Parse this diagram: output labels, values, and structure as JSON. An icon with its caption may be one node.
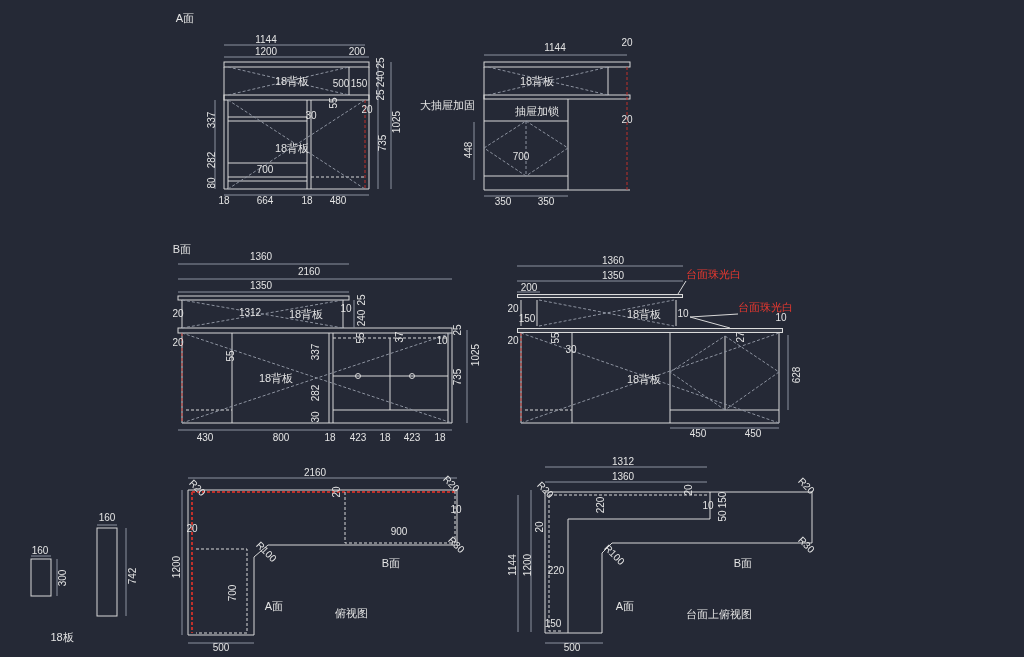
{
  "diagram": {
    "nodes": [
      {
        "text": [
          "台面珠光白"
        ]
      },
      {
        "text": [],
        "shape": "bar"
      },
      {
        "text": [
          "台面珠光白"
        ]
      },
      {
        "text": [],
        "shape": "bar"
      }
    ],
    "edges": [
      {
        "from": 0,
        "to": 1,
        "arrow": "none"
      },
      {
        "from": 2,
        "to": 3,
        "arrow": "none"
      }
    ],
    "labels": [
      "A面",
      "1144",
      "1200",
      "200",
      "18背板",
      "500",
      "150",
      "25",
      "240",
      "25",
      "55",
      "337",
      "30",
      "20",
      "1025",
      "18背板",
      "735",
      "282",
      "700",
      "80",
      "18",
      "664",
      "18",
      "480",
      "20",
      "1144",
      "18背板",
      "大抽屉加固",
      "抽屉加锁",
      "20",
      "448",
      "700",
      "350",
      "350",
      "B面",
      "1360",
      "2160",
      "1350",
      "25",
      "20",
      "1312",
      "18背板",
      "10",
      "240",
      "25",
      "20",
      "55",
      "55",
      "37",
      "10",
      "337",
      "1025",
      "18背板",
      "735",
      "282",
      "30",
      "430",
      "800",
      "18",
      "423",
      "18",
      "423",
      "18",
      "1360",
      "1350",
      "200",
      "20",
      "150",
      "18背板",
      "10",
      "10",
      "20",
      "55",
      "27",
      "30",
      "18背板",
      "628",
      "450",
      "450",
      "160",
      "300",
      "160",
      "742",
      "18板",
      "2160",
      "R20",
      "20",
      "R20",
      "10",
      "20",
      "900",
      "R100",
      "R30",
      "1200",
      "B面",
      "700",
      "A面",
      "俯视图",
      "500",
      "1312",
      "1360",
      "R20",
      "20",
      "R20",
      "220",
      "10",
      "150",
      "50",
      "20",
      "R100",
      "R30",
      "1144",
      "1200",
      "B面",
      "220",
      "A面",
      "台面上俯视图",
      "150",
      "500"
    ]
  }
}
